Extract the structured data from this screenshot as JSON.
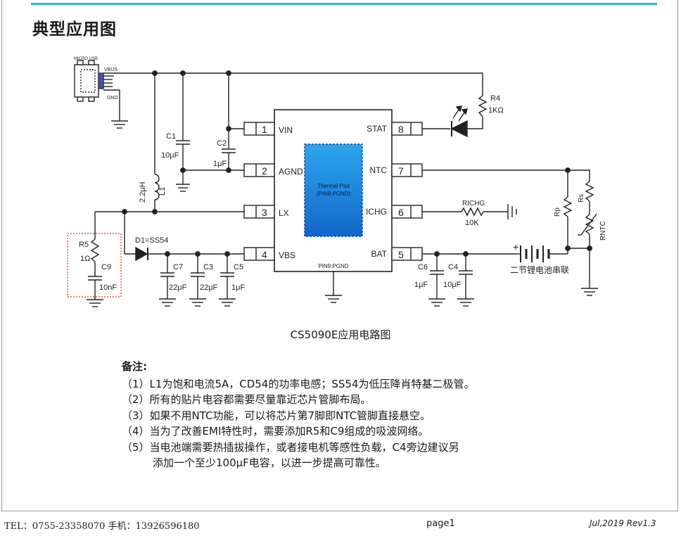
{
  "page": {
    "title": "典型应用图",
    "caption": "CS5090E应用电路图"
  },
  "schematic": {
    "connector_label": "MICRO USB",
    "vbus_label": "VBUS",
    "gnd_label": "GND",
    "chip": {
      "pad_label_line1": "Thermal Pad",
      "pad_label_line2": "(PIN9:PGND)",
      "bottom_label": "PIN9:PGND",
      "pad_color": "#1e8fe0",
      "pins_left": [
        {
          "num": "1",
          "name": "VIN"
        },
        {
          "num": "2",
          "name": "AGND"
        },
        {
          "num": "3",
          "name": "LX"
        },
        {
          "num": "4",
          "name": "VBS"
        }
      ],
      "pins_right": [
        {
          "num": "8",
          "name": "STAT"
        },
        {
          "num": "7",
          "name": "NTC"
        },
        {
          "num": "6",
          "name": "ICHG"
        },
        {
          "num": "5",
          "name": "BAT"
        }
      ]
    },
    "components": {
      "c1": {
        "ref": "C1",
        "value": "10μF"
      },
      "c2": {
        "ref": "C2",
        "value": "1μF"
      },
      "l1": {
        "ref": "L1",
        "value": "2.2μH"
      },
      "r4": {
        "ref": "R4",
        "value": "1KΩ"
      },
      "r5": {
        "ref": "R5",
        "value": "1Ω"
      },
      "c9": {
        "ref": "C9",
        "value": "10nF"
      },
      "d1": {
        "label": "D1=SS54"
      },
      "c7": {
        "ref": "C7",
        "value": "22μF"
      },
      "c3": {
        "ref": "C3",
        "value": "22μF"
      },
      "c5": {
        "ref": "C5",
        "value": "1μF"
      },
      "c6": {
        "ref": "C6",
        "value": "1μF"
      },
      "c4": {
        "ref": "C4",
        "value": "10μF"
      },
      "richg": {
        "ref": "RICHG",
        "value": "10K"
      },
      "rp": {
        "ref": "Rp"
      },
      "rs": {
        "ref": "Rs"
      },
      "rntc": {
        "ref": "RNTC"
      },
      "battery": {
        "label": "二节锂电池串联",
        "plus": "+"
      }
    }
  },
  "notes": {
    "heading": "备注:",
    "items": [
      "（1）L1为饱和电流5A，CD54的功率电感；SS54为低压降肖特基二极管。",
      "（2）所有的贴片电容都需要尽量靠近芯片管脚布局。",
      "（3）如果不用NTC功能，可以将芯片第7脚即NTC管脚直接悬空。",
      "（4）当为了改善EMI特性时，需要添加R5和C9组成的吸波网络。",
      "（5）当电池端需要热插拔操作，或者接电机等感性负载，C4旁边建议另"
    ],
    "continuation": "添加一个至少100μF电容，以进一步提高可靠性。"
  },
  "footer": {
    "contact": "TEL：0755-23358070    手机：13926596180",
    "page": "page1",
    "revision": "Jul,2019  Rev1.3"
  }
}
